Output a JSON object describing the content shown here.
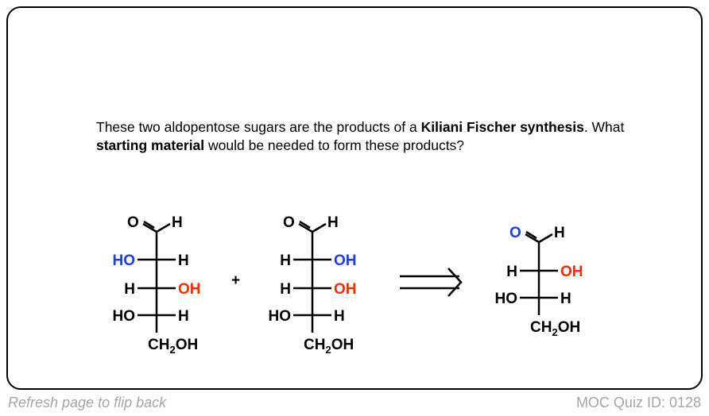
{
  "question": {
    "part1": "These two aldopentose sugars are the products of a ",
    "bold1": "Kiliani Fischer synthesis",
    "part2": ".  What ",
    "bold2": "starting material",
    "part3": " would be needed to form these products?"
  },
  "colors": {
    "blue": "#1a3cff",
    "red": "#ff2a00",
    "footer": "#a6a6a6"
  },
  "molecule1": {
    "top_o": "O",
    "top_h": "H",
    "rows": [
      {
        "left": "HO",
        "right": "H",
        "left_color": "blue",
        "right_color": "black"
      },
      {
        "left": "H",
        "right": "OH",
        "left_color": "black",
        "right_color": "red"
      },
      {
        "left": "HO",
        "right": "H",
        "left_color": "black",
        "right_color": "black"
      }
    ],
    "bottom": {
      "main": "CH",
      "sub": "2",
      "tail": "OH"
    }
  },
  "plus": "+",
  "molecule2": {
    "top_o": "O",
    "top_h": "H",
    "rows": [
      {
        "left": "H",
        "right": "OH",
        "left_color": "black",
        "right_color": "blue"
      },
      {
        "left": "H",
        "right": "OH",
        "left_color": "black",
        "right_color": "red"
      },
      {
        "left": "HO",
        "right": "H",
        "left_color": "black",
        "right_color": "black"
      }
    ],
    "bottom": {
      "main": "CH",
      "sub": "2",
      "tail": "OH"
    }
  },
  "molecule3": {
    "top_o": "O",
    "top_h": "H",
    "rows": [
      {
        "left": "H",
        "right": "OH",
        "left_color": "black",
        "right_color": "red"
      },
      {
        "left": "HO",
        "right": "H",
        "left_color": "black",
        "right_color": "black"
      }
    ],
    "bottom": {
      "main": "CH",
      "sub": "2",
      "tail": "OH"
    }
  },
  "footer": {
    "left": "Refresh page to flip back",
    "right": "MOC Quiz ID: 0128"
  }
}
